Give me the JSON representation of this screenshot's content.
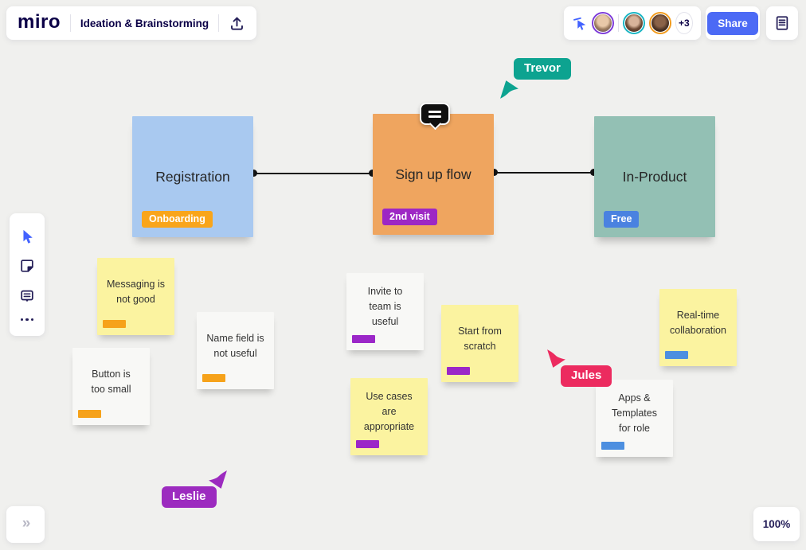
{
  "header": {
    "logo": "miro",
    "board_title": "Ideation & Brainstorming"
  },
  "collab_bar": {
    "avatars": [
      {
        "label": "avatar-1",
        "ring": "#7d3bd8"
      },
      {
        "label": "avatar-2",
        "ring": "#1ab5c3"
      },
      {
        "label": "avatar-3",
        "ring": "#f29b1d"
      }
    ],
    "overflow_count": "+3",
    "share_label": "Share",
    "share_color": "#4c6af5",
    "cursor_toggle_color": "#4262ff"
  },
  "toolbar": {
    "tools": [
      "select-cursor",
      "sticky-note",
      "comment",
      "more"
    ],
    "active_tool_color": "#4262ff",
    "icon_color": "#241e58"
  },
  "board": {
    "main_stickies": [
      {
        "label": "Registration",
        "color": "#a9c9f0",
        "tag": {
          "label": "Onboarding",
          "color": "#f9a51a"
        }
      },
      {
        "label": "Sign up flow",
        "color": "#efa55f",
        "tag": {
          "label": "2nd visit",
          "color": "#9d27c4"
        }
      },
      {
        "label": "In-Product",
        "color": "#93c0b4",
        "tag": {
          "label": "Free",
          "color": "#4a82e0"
        }
      }
    ],
    "notes": [
      {
        "text": "Messaging is\nnot good",
        "color": "#fbf3a0",
        "bar": "#f6a21a"
      },
      {
        "text": "Name field is\nnot useful",
        "color": "#f8f8f6",
        "bar": "#f6a21a"
      },
      {
        "text": "Button is\ntoo small",
        "color": "#f8f8f6",
        "bar": "#f6a21a"
      },
      {
        "text": "Invite to\nteam is\nuseful",
        "color": "#f8f8f6",
        "bar": "#9b27c8"
      },
      {
        "text": "Start from\nscratch",
        "color": "#fbf3a0",
        "bar": "#9b27c8"
      },
      {
        "text": "Use cases\nare\nappropriate",
        "color": "#fbf3a0",
        "bar": "#9b27c8"
      },
      {
        "text": "Real-time\ncollaboration",
        "color": "#fbf3a0",
        "bar": "#4d8fe0"
      },
      {
        "text": "Apps &\nTemplates\nfor role",
        "color": "#f8f8f6",
        "bar": "#4d8fe0"
      }
    ],
    "cursors": [
      {
        "name": "Trevor",
        "color": "#0da390"
      },
      {
        "name": "Jules",
        "color": "#ec2b5f"
      },
      {
        "name": "Leslie",
        "color": "#9c2bbf"
      }
    ],
    "zoom_level": "100%",
    "expand_glyph": "»"
  }
}
